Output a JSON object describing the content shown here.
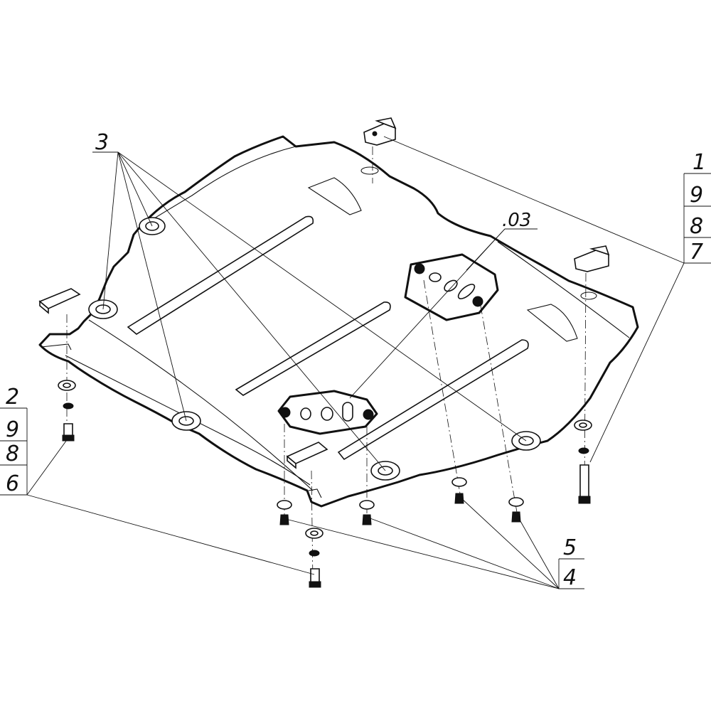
{
  "callouts": {
    "c3": "3",
    "c03": ".03",
    "c1": "1",
    "c9a": "9",
    "c8a": "8",
    "c7": "7",
    "c2": "2",
    "c9b": "9",
    "c8b": "8",
    "c6": "6",
    "c5": "5",
    "c4": "4"
  },
  "colors": {
    "line": "#111111",
    "background": "#ffffff"
  }
}
